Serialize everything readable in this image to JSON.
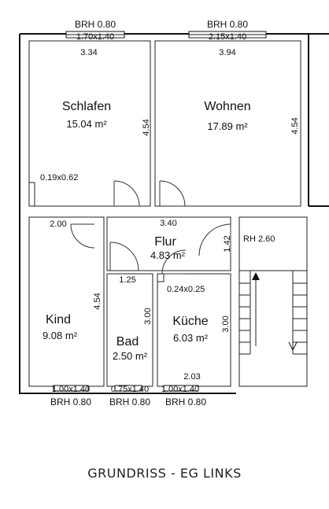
{
  "title": "GRUNDRISS - EG LINKS",
  "rooms": {
    "schlafen": {
      "name": "Schlafen",
      "area": "15.04 m²"
    },
    "wohnen": {
      "name": "Wohnen",
      "area": "17.89 m²"
    },
    "flur": {
      "name": "Flur",
      "area": "4.83 m²"
    },
    "kind": {
      "name": "Kind",
      "area": "9.08 m²"
    },
    "bad": {
      "name": "Bad",
      "area": "2.50 m²"
    },
    "kueche": {
      "name": "Küche",
      "area": "6.03 m²"
    }
  },
  "windows_top": [
    {
      "brh": "BRH 0.80",
      "size": "1.70x1.40"
    },
    {
      "brh": "BRH 0.80",
      "size": "2.15x1.40"
    }
  ],
  "windows_bottom": [
    {
      "size": "1.00x1.40",
      "brh": "BRH 0.80"
    },
    {
      "size": "0.75x1.40",
      "brh": "BRH 0.80"
    },
    {
      "size": "1.00x1.40",
      "brh": "BRH 0.80"
    }
  ],
  "dimensions": {
    "schlafen_width": "3.34",
    "wohnen_width": "3.94",
    "schlafen_depth": "4.54",
    "wohnen_depth": "4.54",
    "niche": "0.19x0.62",
    "flur_width": "3.40",
    "kind_width": "2.00",
    "flur_depth": "1.42",
    "stair_rh": "RH 2.60",
    "bad_width": "1.25",
    "kueche_niche": "0.24x0.25",
    "kind_depth": "4.54",
    "bad_depth": "3.00",
    "kueche_depth": "3.00",
    "kueche_width": "2.03"
  }
}
